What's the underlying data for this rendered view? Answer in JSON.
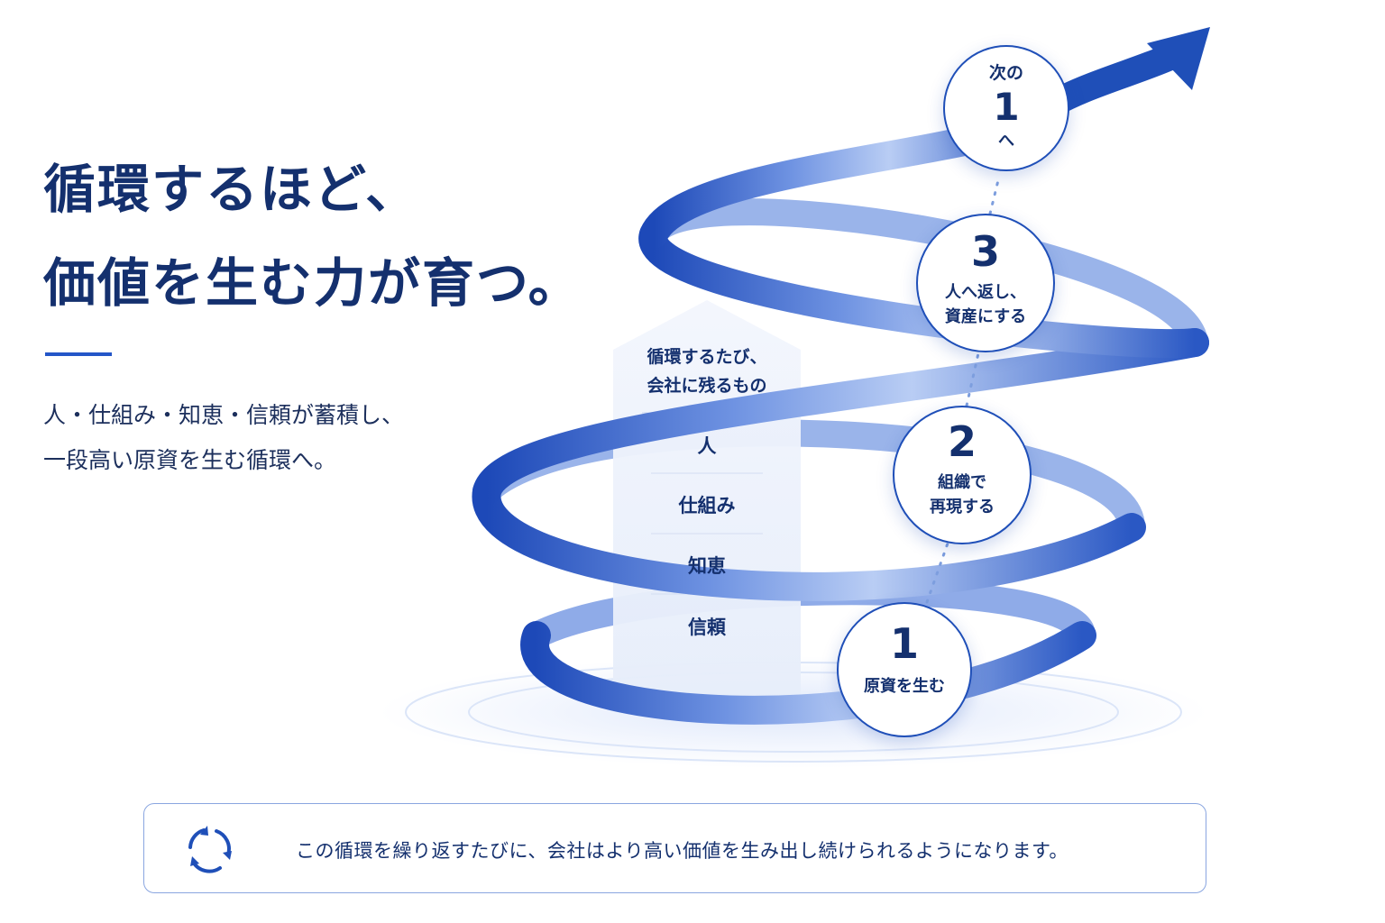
{
  "headline": {
    "line1": "循環するほど、",
    "line2": "価値を生む力が育つ。"
  },
  "subtext": {
    "line1": "人・仕組み・知恵・信頼が蓄積し、",
    "line2": "一段高い原資を生む循環へ。"
  },
  "assets": {
    "label_line1": "循環するたび、",
    "label_line2": "会社に残るもの",
    "items": [
      "人",
      "仕組み",
      "知恵",
      "信頼"
    ]
  },
  "steps": [
    {
      "number": "1",
      "label_line1": "原資を生む",
      "label_line2": ""
    },
    {
      "number": "2",
      "label_line1": "組織で",
      "label_line2": "再現する"
    },
    {
      "number": "3",
      "label_line1": "人へ返し、",
      "label_line2": "資産にする"
    },
    {
      "prefix": "次の",
      "number": "1",
      "suffix": "へ"
    }
  ],
  "banner": {
    "icon": "cycle-arrows-icon",
    "text": "この循環を繰り返すたびに、会社はより高い価値を生み出し続けられるようになります。"
  },
  "colors": {
    "primary": "#1f4fb8",
    "navy": "#14306e",
    "ribbon_light": "#9db8ee",
    "ribbon_dark": "#1d49b8",
    "panel": "#eef3fc"
  }
}
